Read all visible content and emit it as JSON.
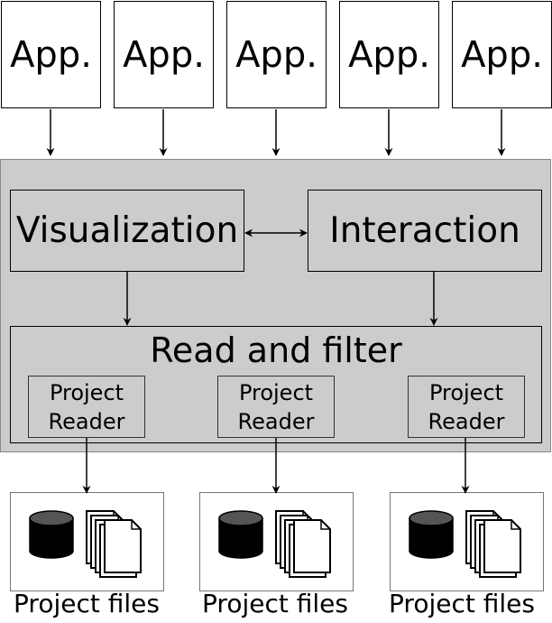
{
  "apps": [
    {
      "label": "App."
    },
    {
      "label": "App."
    },
    {
      "label": "App."
    },
    {
      "label": "App."
    },
    {
      "label": "App."
    }
  ],
  "modules": {
    "visualization": "Visualization",
    "interaction": "Interaction"
  },
  "read_filter": {
    "title": "Read and filter",
    "readers": [
      {
        "line1": "Project",
        "line2": "Reader"
      },
      {
        "line1": "Project",
        "line2": "Reader"
      },
      {
        "line1": "Project",
        "line2": "Reader"
      }
    ]
  },
  "project_files": [
    {
      "label": "Project files"
    },
    {
      "label": "Project files"
    },
    {
      "label": "Project files"
    }
  ],
  "colors": {
    "system_bg": "#cccccc",
    "line": "#000000",
    "box_bg": "#ffffff"
  },
  "icons": [
    "database-icon",
    "document-stack-icon"
  ]
}
